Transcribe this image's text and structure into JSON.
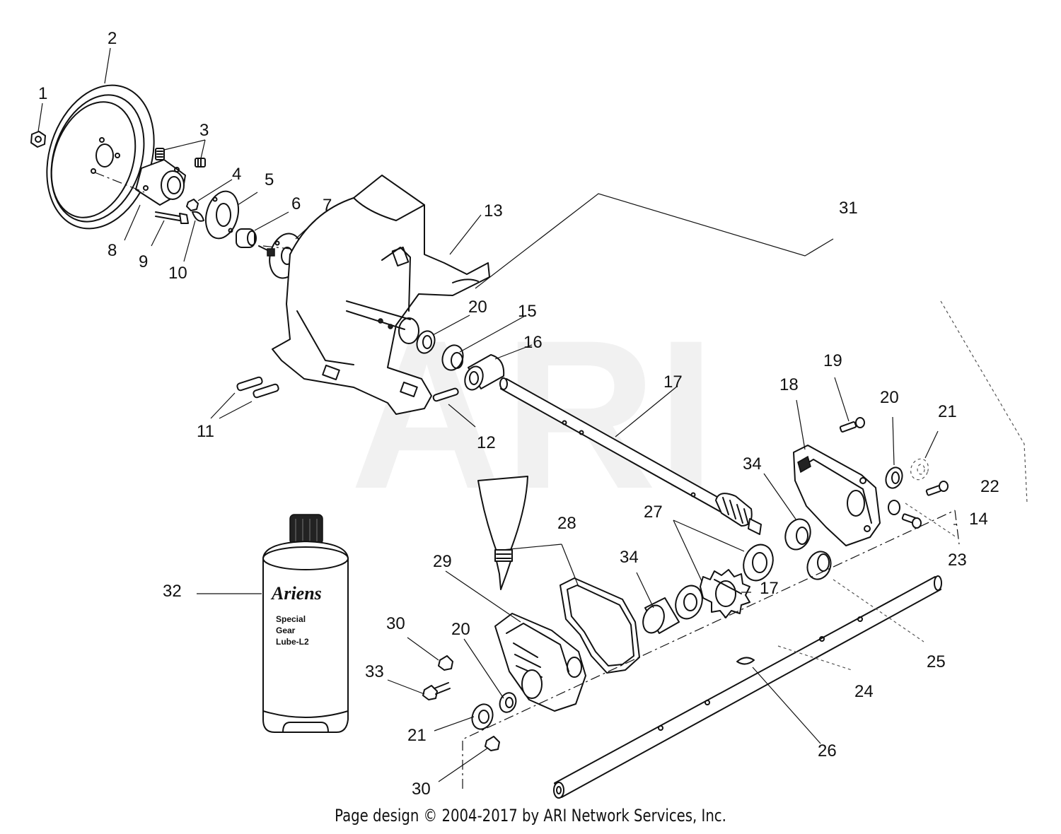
{
  "watermark": "ARI",
  "footer": "Page design © 2004-2017 by ARI Network Services, Inc.",
  "bottle_label": {
    "brand": "Ariens",
    "line1": "Special",
    "line2": "Gear",
    "line3": "Lube-L2"
  },
  "callouts": {
    "c1": "1",
    "c2": "2",
    "c3": "3",
    "c4": "4",
    "c5": "5",
    "c6": "6",
    "c7": "7",
    "c8": "8",
    "c9": "9",
    "c10": "10",
    "c11": "11",
    "c12": "12",
    "c13": "13",
    "c14": "14",
    "c15": "15",
    "c16": "16",
    "c17a": "17",
    "c17b": "17",
    "c18": "18",
    "c19": "19",
    "c20a": "20",
    "c20b": "20",
    "c20c": "20",
    "c21a": "21",
    "c21b": "21",
    "c22": "22",
    "c23": "23",
    "c24": "24",
    "c25": "25",
    "c26": "26",
    "c27": "27",
    "c28": "28",
    "c29": "29",
    "c30a": "30",
    "c30b": "30",
    "c31": "31",
    "c32": "32",
    "c33": "33",
    "c34a": "34",
    "c34b": "34"
  }
}
